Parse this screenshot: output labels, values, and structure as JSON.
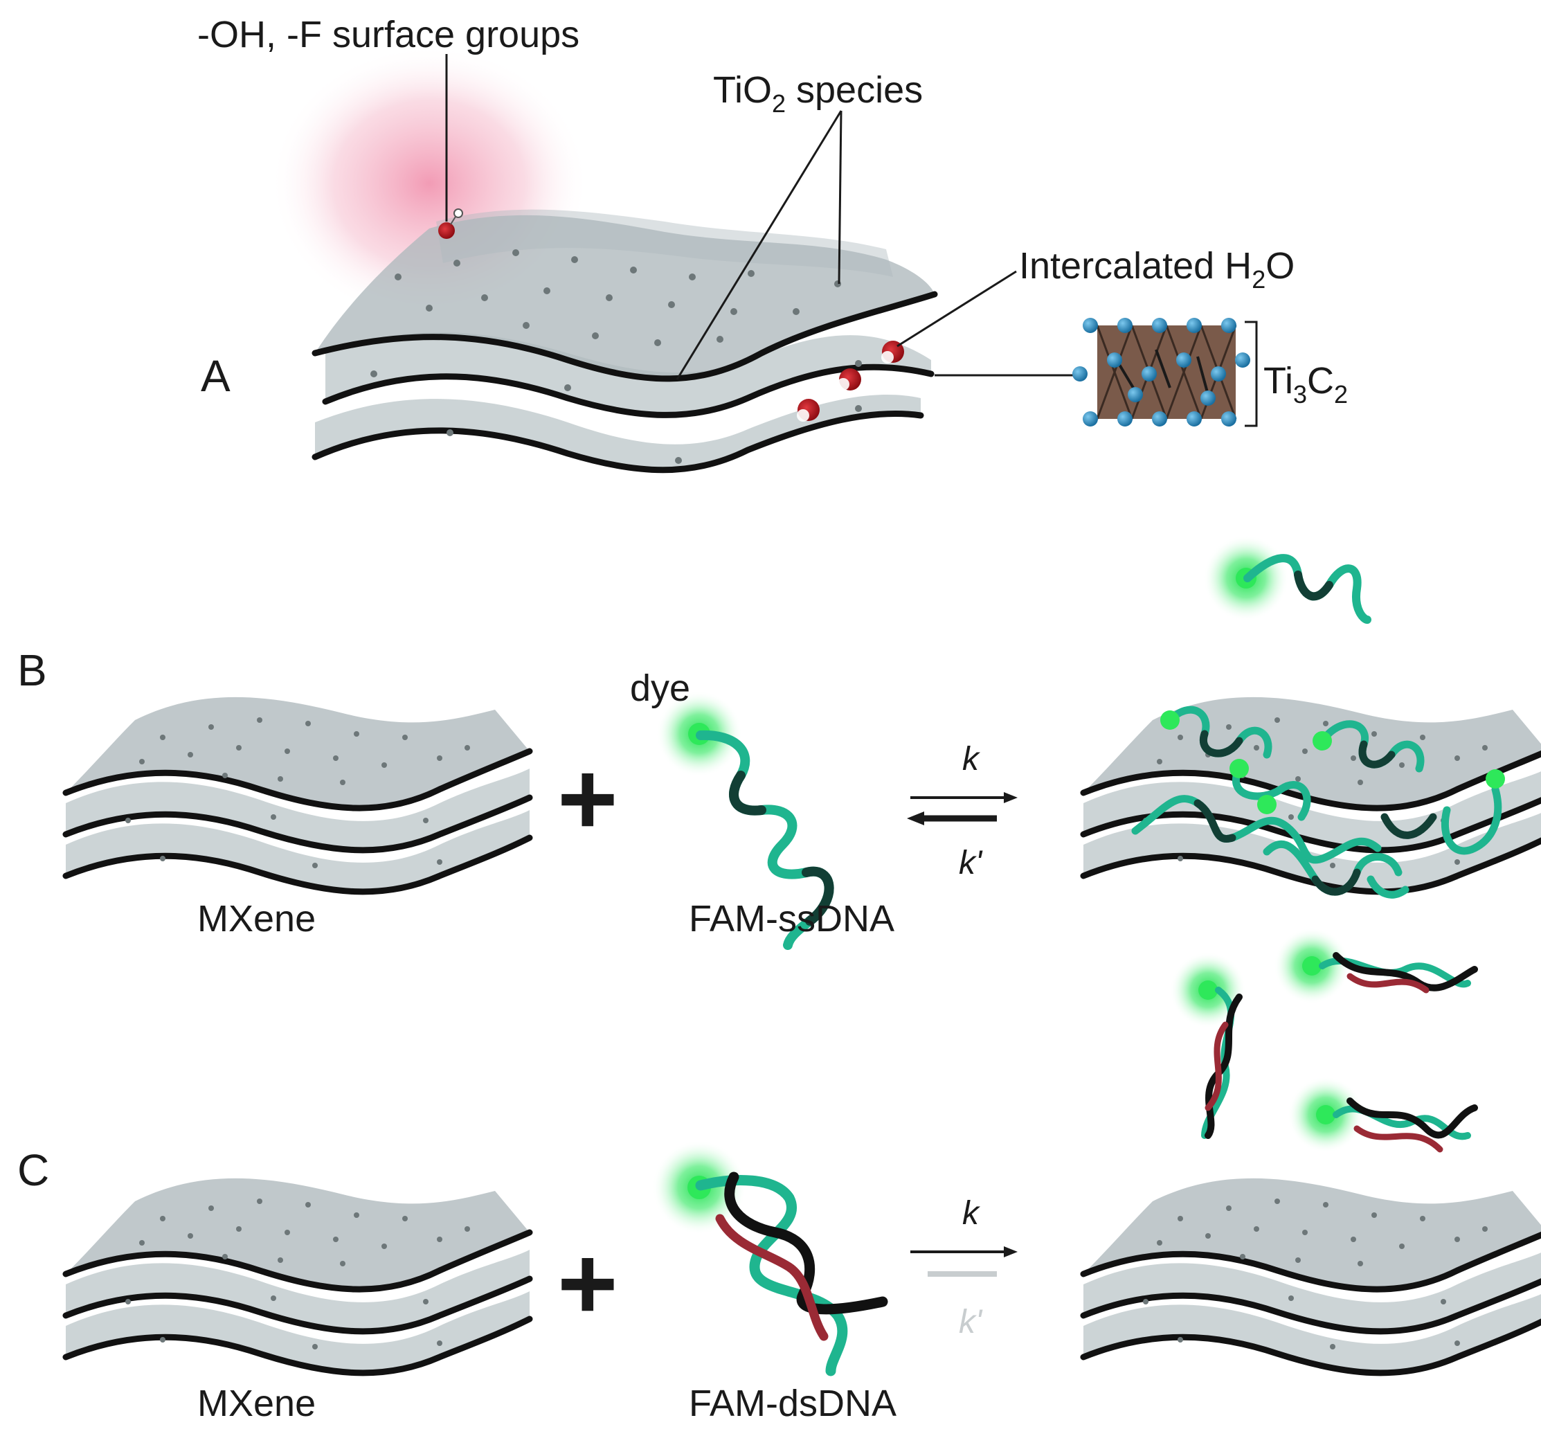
{
  "panels": {
    "A": {
      "letter": "A",
      "label_surface": "-OH, -F surface groups",
      "label_tio2_prefix": "TiO",
      "label_tio2_sub": "2",
      "label_tio2_suffix": " species",
      "label_h2o_prefix": "Intercalated H",
      "label_h2o_sub": "2",
      "label_h2o_suffix": "O",
      "label_ti_prefix": "Ti",
      "label_ti_sub1": "3",
      "label_ti_mid": "C",
      "label_ti_sub2": "2"
    },
    "B": {
      "letter": "B",
      "mxene_label": "MXene",
      "plus": "+",
      "dye_label": "dye",
      "dna_label": "FAM-ssDNA",
      "k_forward": "k",
      "k_reverse": "k'"
    },
    "C": {
      "letter": "C",
      "mxene_label": "MXene",
      "plus": "+",
      "dna_label": "FAM-dsDNA",
      "k_forward": "k",
      "k_reverse": "k'"
    }
  },
  "colors": {
    "sheet": "#b9c3c6",
    "edge": "#111111",
    "ssdna": "#1fb58f",
    "dsdna_strand2": "#9a2a35",
    "dye_glow": "#2ee85a",
    "oxygen": "#b5121b",
    "ti_atom": "#2a8fc4",
    "carbon_block": "#7a5a4a"
  },
  "icons": [
    "mxene-stack",
    "ssdna-strand",
    "dsdna-helix",
    "fluorescent-dye",
    "equilibrium-arrows",
    "ti3c2-crystal"
  ]
}
